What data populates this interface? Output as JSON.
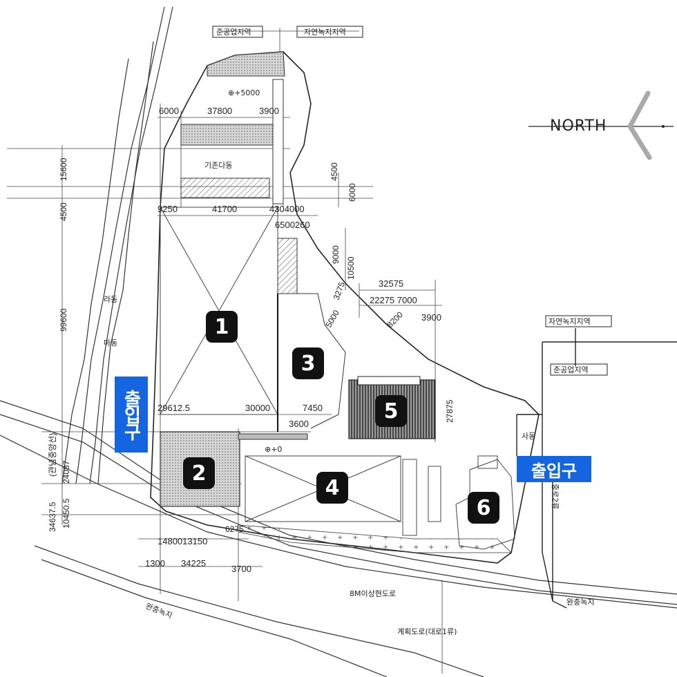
{
  "north_label": "NORTH",
  "buildings": [
    {
      "id": "b1",
      "num": "1"
    },
    {
      "id": "b2",
      "num": "2"
    },
    {
      "id": "b3",
      "num": "3"
    },
    {
      "id": "b4",
      "num": "4"
    },
    {
      "id": "b5",
      "num": "5"
    },
    {
      "id": "b6",
      "num": "6"
    }
  ],
  "entrances": {
    "west": "출입구",
    "east": "출입구"
  },
  "zones": {
    "top_left": "준공업지역",
    "top_right": "자연녹지지역",
    "right_top": "자연녹지지역",
    "right_bottom": "준공업지역"
  },
  "labels": {
    "existing_building": "기존다동",
    "ra_dong": "라동",
    "ma_dong": "마동",
    "sa_dong": "사동",
    "road_8m": "8M이상현도로",
    "planned_road": "계획도로(대로1류)",
    "green_left": "완충녹지",
    "green_right": "완충녹지",
    "joong_road": "중로2류",
    "level_5000": "⊕+5000",
    "level_0": "⊕+0"
  },
  "dimensions": {
    "d6000": "6000",
    "d37800": "37800",
    "d3900a": "3900",
    "d9250": "9250",
    "d41700": "41700",
    "d4304000": "4304000",
    "d6500260": "6500260",
    "d32575": "32575",
    "d22275_7000": "22275 7000",
    "d3900b": "3900",
    "d29612": "29612.5",
    "d30000": "30000",
    "d7450": "7450",
    "d3600": "3600",
    "d1480013150": "1480013150",
    "d1300": "1300",
    "d34225": "34225",
    "d3700": "3700",
    "d6275": "6275",
    "d27875": "27875",
    "v15600": "15600",
    "v4500": "4500",
    "v99600": "99600",
    "v4500b": "4500",
    "v6000": "6000",
    "v9000": "9000",
    "v10500": "10500",
    "v3275": "3275",
    "v5000": "5000",
    "v8200": "8200",
    "v34637": "34637.5",
    "v10450": "10450.5",
    "v24087": "24087",
    "v_prov": "(관념중앙선)"
  }
}
